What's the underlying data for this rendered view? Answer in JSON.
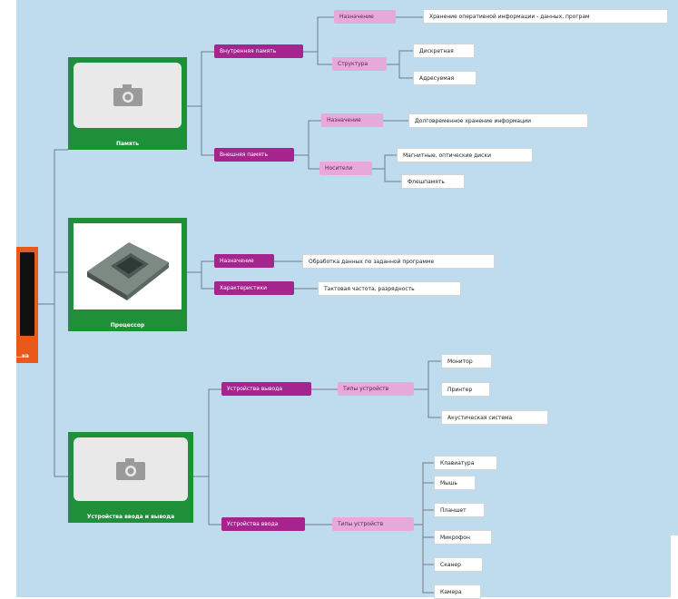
{
  "root": {
    "label": "…ва"
  },
  "nodes": [
    {
      "caption": "Память",
      "icon": "camera-icon"
    },
    {
      "caption": "Процессор",
      "icon": "cpu-chip-image"
    },
    {
      "caption": "Устройства ввода и вывода",
      "icon": "camera-icon"
    }
  ],
  "memory": {
    "internal": {
      "label": "Внутренняя память",
      "purpose": {
        "label": "Назначение",
        "value": "Хранение оперативной информации - данных, програм"
      },
      "structure": {
        "label": "Структура",
        "items": [
          "Дискретная",
          "Адресуемая"
        ]
      }
    },
    "external": {
      "label": "Внешняя память",
      "purpose": {
        "label": "Назначение",
        "value": "Долговременное хранение информации"
      },
      "media": {
        "label": "Носители",
        "items": [
          "Магнитные, оптические диски",
          "Флешпамять"
        ]
      }
    }
  },
  "processor": {
    "purpose": {
      "label": "Назначение",
      "value": "Обработка данных по заданной программе"
    },
    "specs": {
      "label": "Характеристики",
      "value": "Тактовая частота, разрядность"
    }
  },
  "io": {
    "output": {
      "label": "Устройства вывода",
      "types_label": "Типы устройств",
      "items": [
        "Монитор",
        "Принтер",
        "Акустическая система"
      ]
    },
    "input": {
      "label": "Устройства ввода",
      "types_label": "Типы устройств",
      "items": [
        "Клавиатура",
        "Мышь",
        "Планшет",
        "Микрофон",
        "Сканер",
        "Камера"
      ]
    }
  },
  "colors": {
    "canvas": "#bfdcee",
    "root": "#e8591b",
    "node": "#1f8f3a",
    "level1": "#a5248d",
    "level2": "#e7a9d8"
  }
}
